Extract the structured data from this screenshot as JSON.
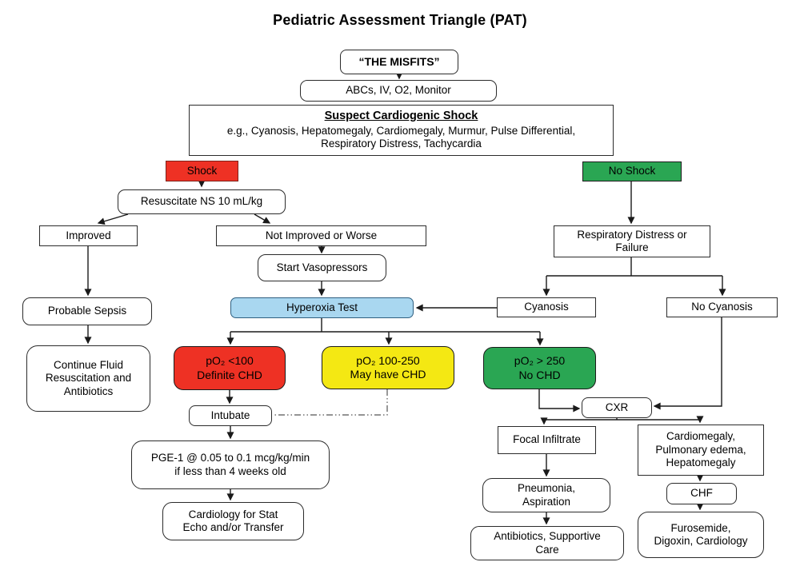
{
  "title": "Pediatric Assessment Triangle (PAT)",
  "colors": {
    "red": "#EE3124",
    "green": "#2AA653",
    "yellow": "#F4E813",
    "light_blue": "#A9D7F0"
  },
  "nodes": {
    "misfits": {
      "label": "“THE MISFITS”"
    },
    "abcs": {
      "label": "ABCs, IV, O2, Monitor"
    },
    "suspect": {
      "title": "Suspect Cardiogenic Shock",
      "body": "e.g., Cyanosis, Hepatomegaly, Cardiomegaly, Murmur, Pulse Differential,\nRespiratory Distress, Tachycardia"
    },
    "shock": {
      "label": "Shock"
    },
    "no_shock": {
      "label": "No Shock"
    },
    "resuscitate": {
      "label": "Resuscitate NS 10 mL/kg"
    },
    "improved": {
      "label": "Improved"
    },
    "not_improved": {
      "label": "Not Improved or Worse"
    },
    "vasopressors": {
      "label": "Start Vasopressors"
    },
    "resp_distress": {
      "label": "Respiratory Distress or\nFailure"
    },
    "hyperoxia": {
      "label": "Hyperoxia Test"
    },
    "cyanosis": {
      "label": "Cyanosis"
    },
    "no_cyanosis": {
      "label": "No Cyanosis"
    },
    "probable_sepsis": {
      "label": "Probable Sepsis"
    },
    "continue_fluid": {
      "label": "Continue Fluid\nResuscitation and\nAntibiotics"
    },
    "po2_low": {
      "label": "pO₂ <100\nDefinite CHD"
    },
    "po2_mid": {
      "label": "pO₂ 100-250\nMay have CHD"
    },
    "po2_high": {
      "label": "pO₂ > 250\nNo CHD"
    },
    "intubate": {
      "label": "Intubate"
    },
    "cxr": {
      "label": "CXR"
    },
    "focal": {
      "label": "Focal Infiltrate"
    },
    "cardiomegaly": {
      "label": "Cardiomegaly,\nPulmonary edema,\nHepatomegaly"
    },
    "pge1": {
      "label": "PGE-1 @ 0.05 to 0.1 mcg/kg/min\nif less than 4 weeks old"
    },
    "cardiology_echo": {
      "label": "Cardiology for Stat\nEcho and/or Transfer"
    },
    "pneumonia": {
      "label": "Pneumonia,\nAspiration"
    },
    "antibiotics": {
      "label": "Antibiotics, Supportive\nCare"
    },
    "chf": {
      "label": "CHF"
    },
    "furosemide": {
      "label": "Furosemide,\nDigoxin, Cardiology"
    }
  }
}
